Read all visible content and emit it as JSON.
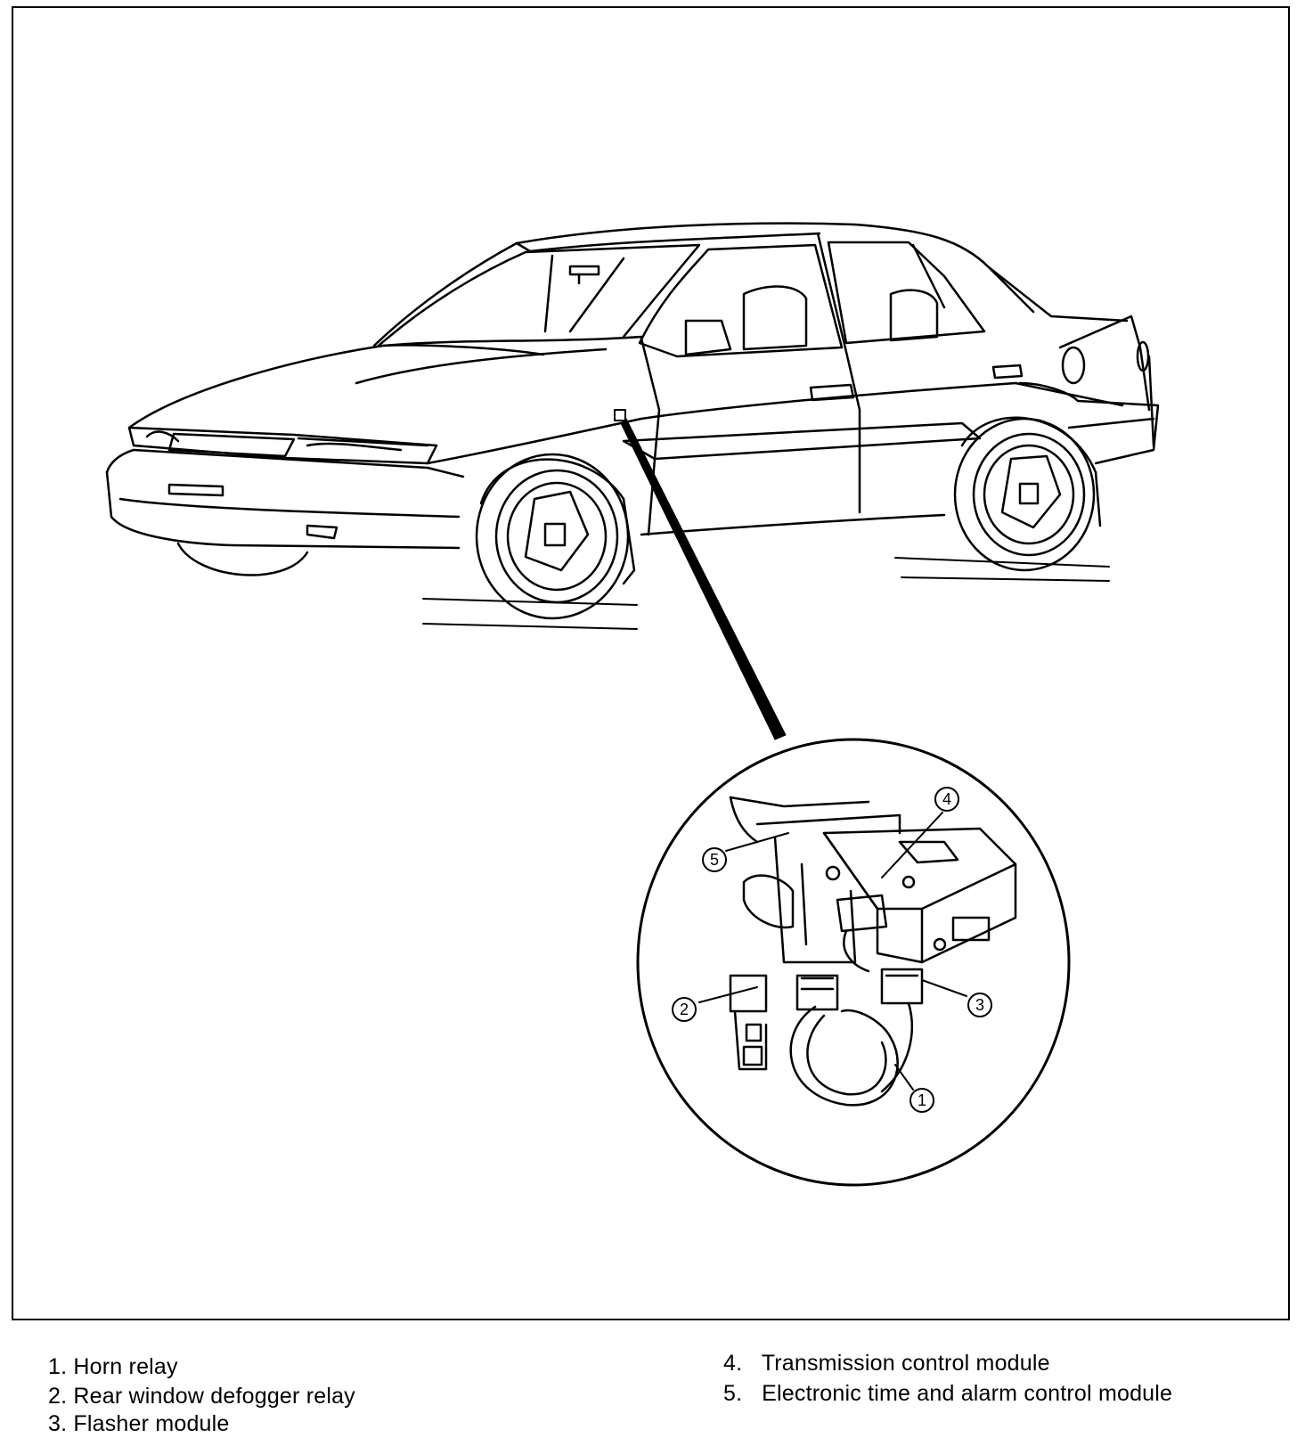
{
  "callouts": [
    "1",
    "2",
    "3",
    "4",
    "5"
  ],
  "legend": [
    {
      "num": "1.",
      "label": "Horn relay"
    },
    {
      "num": "2.",
      "label": "Rear window defogger relay"
    },
    {
      "num": "3.",
      "label": "Flasher module"
    },
    {
      "num": "4.",
      "label": "Transmission control module"
    },
    {
      "num": "5.",
      "label": "Electronic time and alarm control module"
    }
  ]
}
